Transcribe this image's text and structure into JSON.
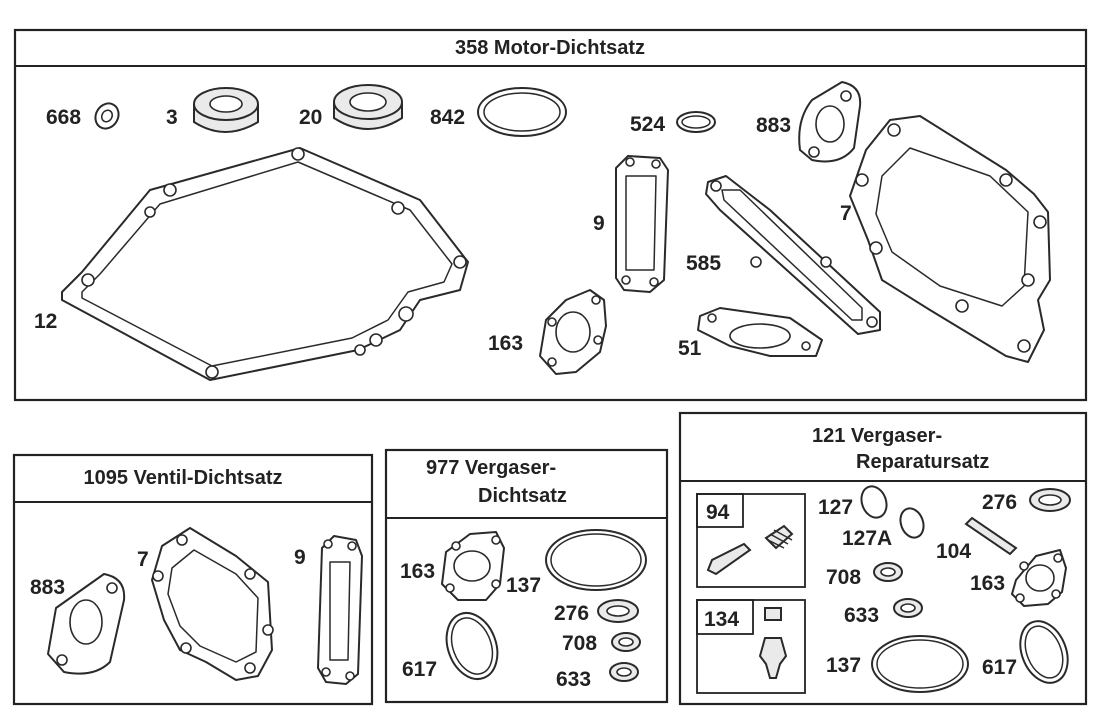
{
  "kits": {
    "motor": {
      "title": "358 Motor-Dichtsatz"
    },
    "ventil": {
      "title": "1095  Ventil-Dichtsatz"
    },
    "vergaser_dicht": {
      "title_line1": "977   Vergaser-",
      "title_line2": "Dichtsatz"
    },
    "vergaser_rep": {
      "title_line1": "121     Vergaser-",
      "title_line2": "Reparatursatz",
      "sub_94": "94",
      "sub_134": "134"
    }
  },
  "parts": {
    "p668": "668",
    "p3": "3",
    "p20": "20",
    "p842": "842",
    "p524": "524",
    "p883a": "883",
    "p9a": "9",
    "p7a": "7",
    "p585": "585",
    "p12": "12",
    "p163a": "163",
    "p51": "51",
    "p883b": "883",
    "p7b": "7",
    "p9b": "9",
    "p163b": "163",
    "p137a": "137",
    "p276a": "276",
    "p708a": "708",
    "p617a": "617",
    "p633a": "633",
    "p127": "127",
    "p127a": "127A",
    "p104": "104",
    "p276b": "276",
    "p708b": "708",
    "p163c": "163",
    "p633b": "633",
    "p137b": "137",
    "p617b": "617"
  }
}
